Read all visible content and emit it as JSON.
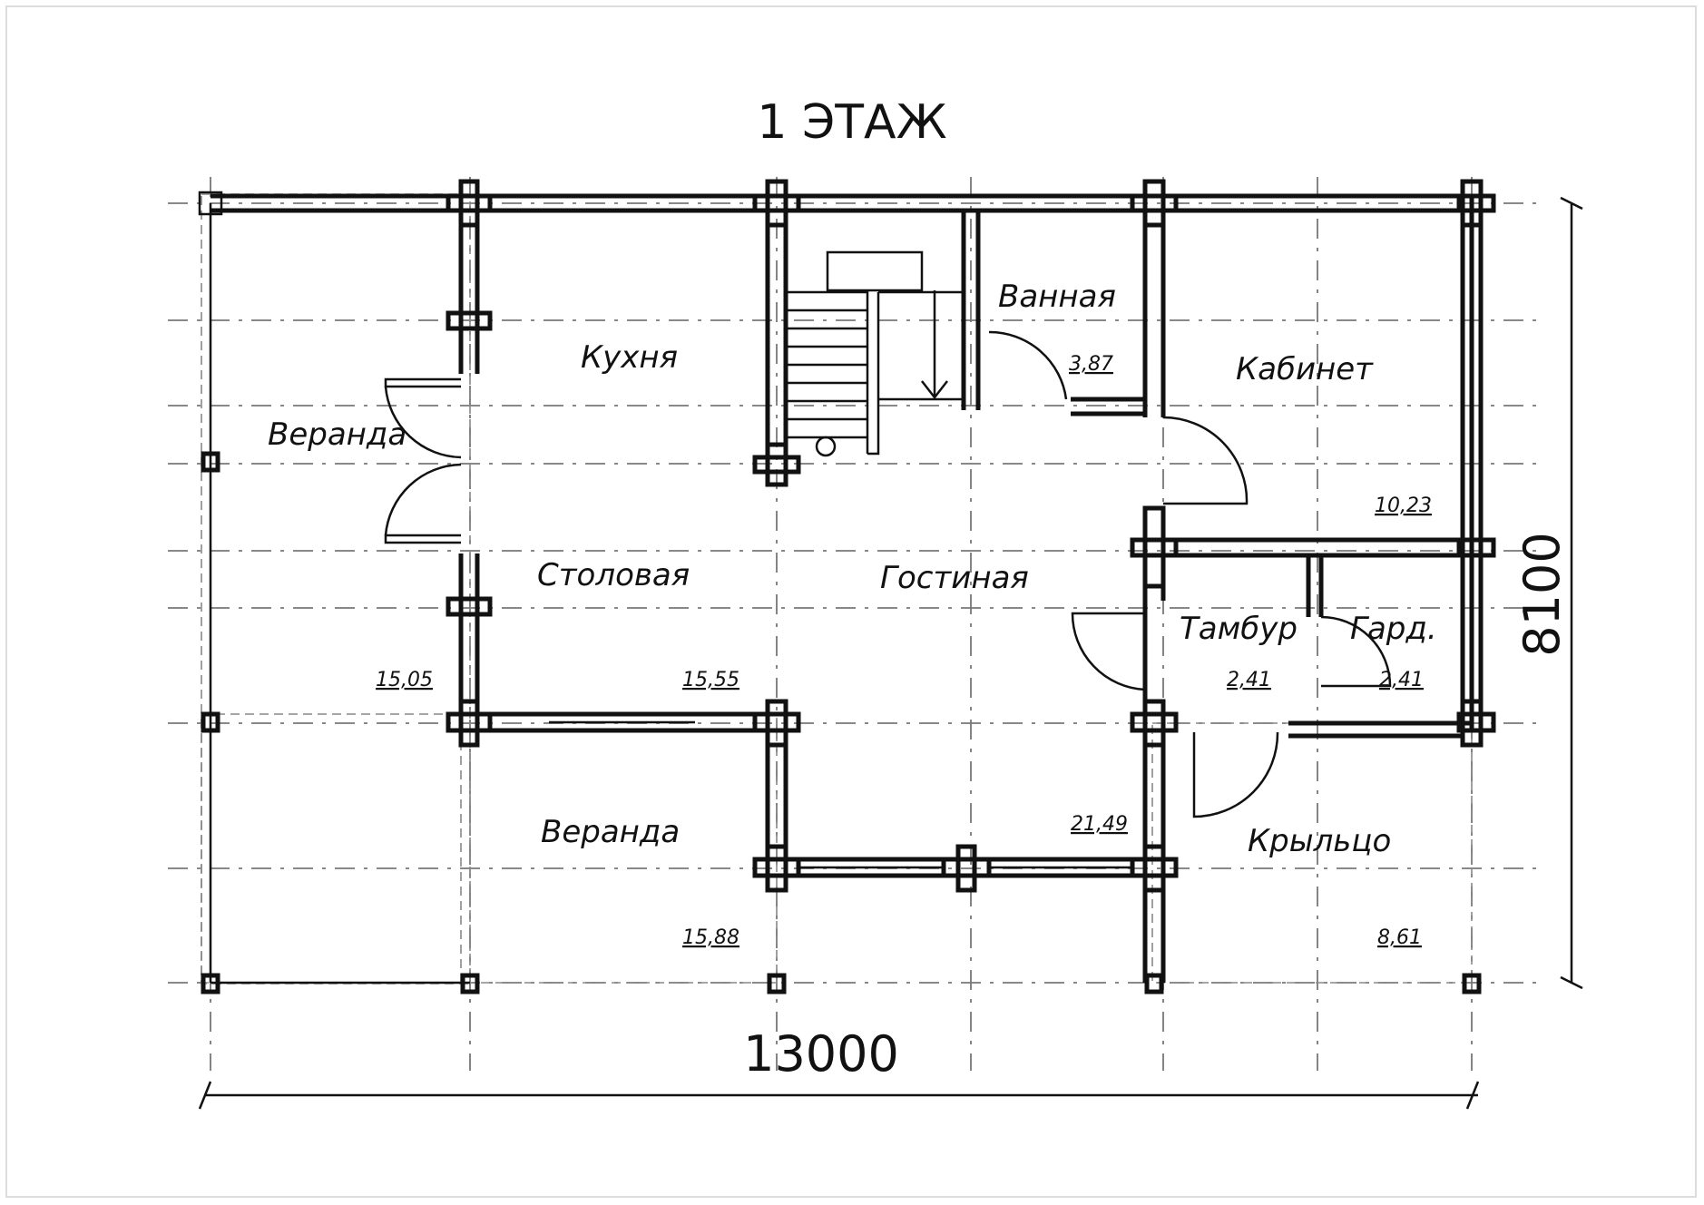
{
  "title": "1 ЭТАЖ",
  "dimensions": {
    "width": "13000",
    "height": "8100"
  },
  "rooms": [
    {
      "id": "veranda-left",
      "name": "Веранда",
      "area": "15,05"
    },
    {
      "id": "kitchen",
      "name": "Кухня",
      "area": ""
    },
    {
      "id": "dining",
      "name": "Столовая",
      "area": "15,55"
    },
    {
      "id": "bathroom",
      "name": "Ванная",
      "area": "3,87"
    },
    {
      "id": "study",
      "name": "Кабинет",
      "area": "10,23"
    },
    {
      "id": "living",
      "name": "Гостиная",
      "area": "21,49"
    },
    {
      "id": "vestibule",
      "name": "Тамбур",
      "area": "2,41"
    },
    {
      "id": "wardrobe",
      "name": "Гард.",
      "area": "2,41"
    },
    {
      "id": "veranda-bottom",
      "name": "Веранда",
      "area": "15,88"
    },
    {
      "id": "porch",
      "name": "Крыльцо",
      "area": "8,61"
    }
  ],
  "colors": {
    "line": "#111111",
    "axis": "#777777",
    "background": "#ffffff"
  }
}
